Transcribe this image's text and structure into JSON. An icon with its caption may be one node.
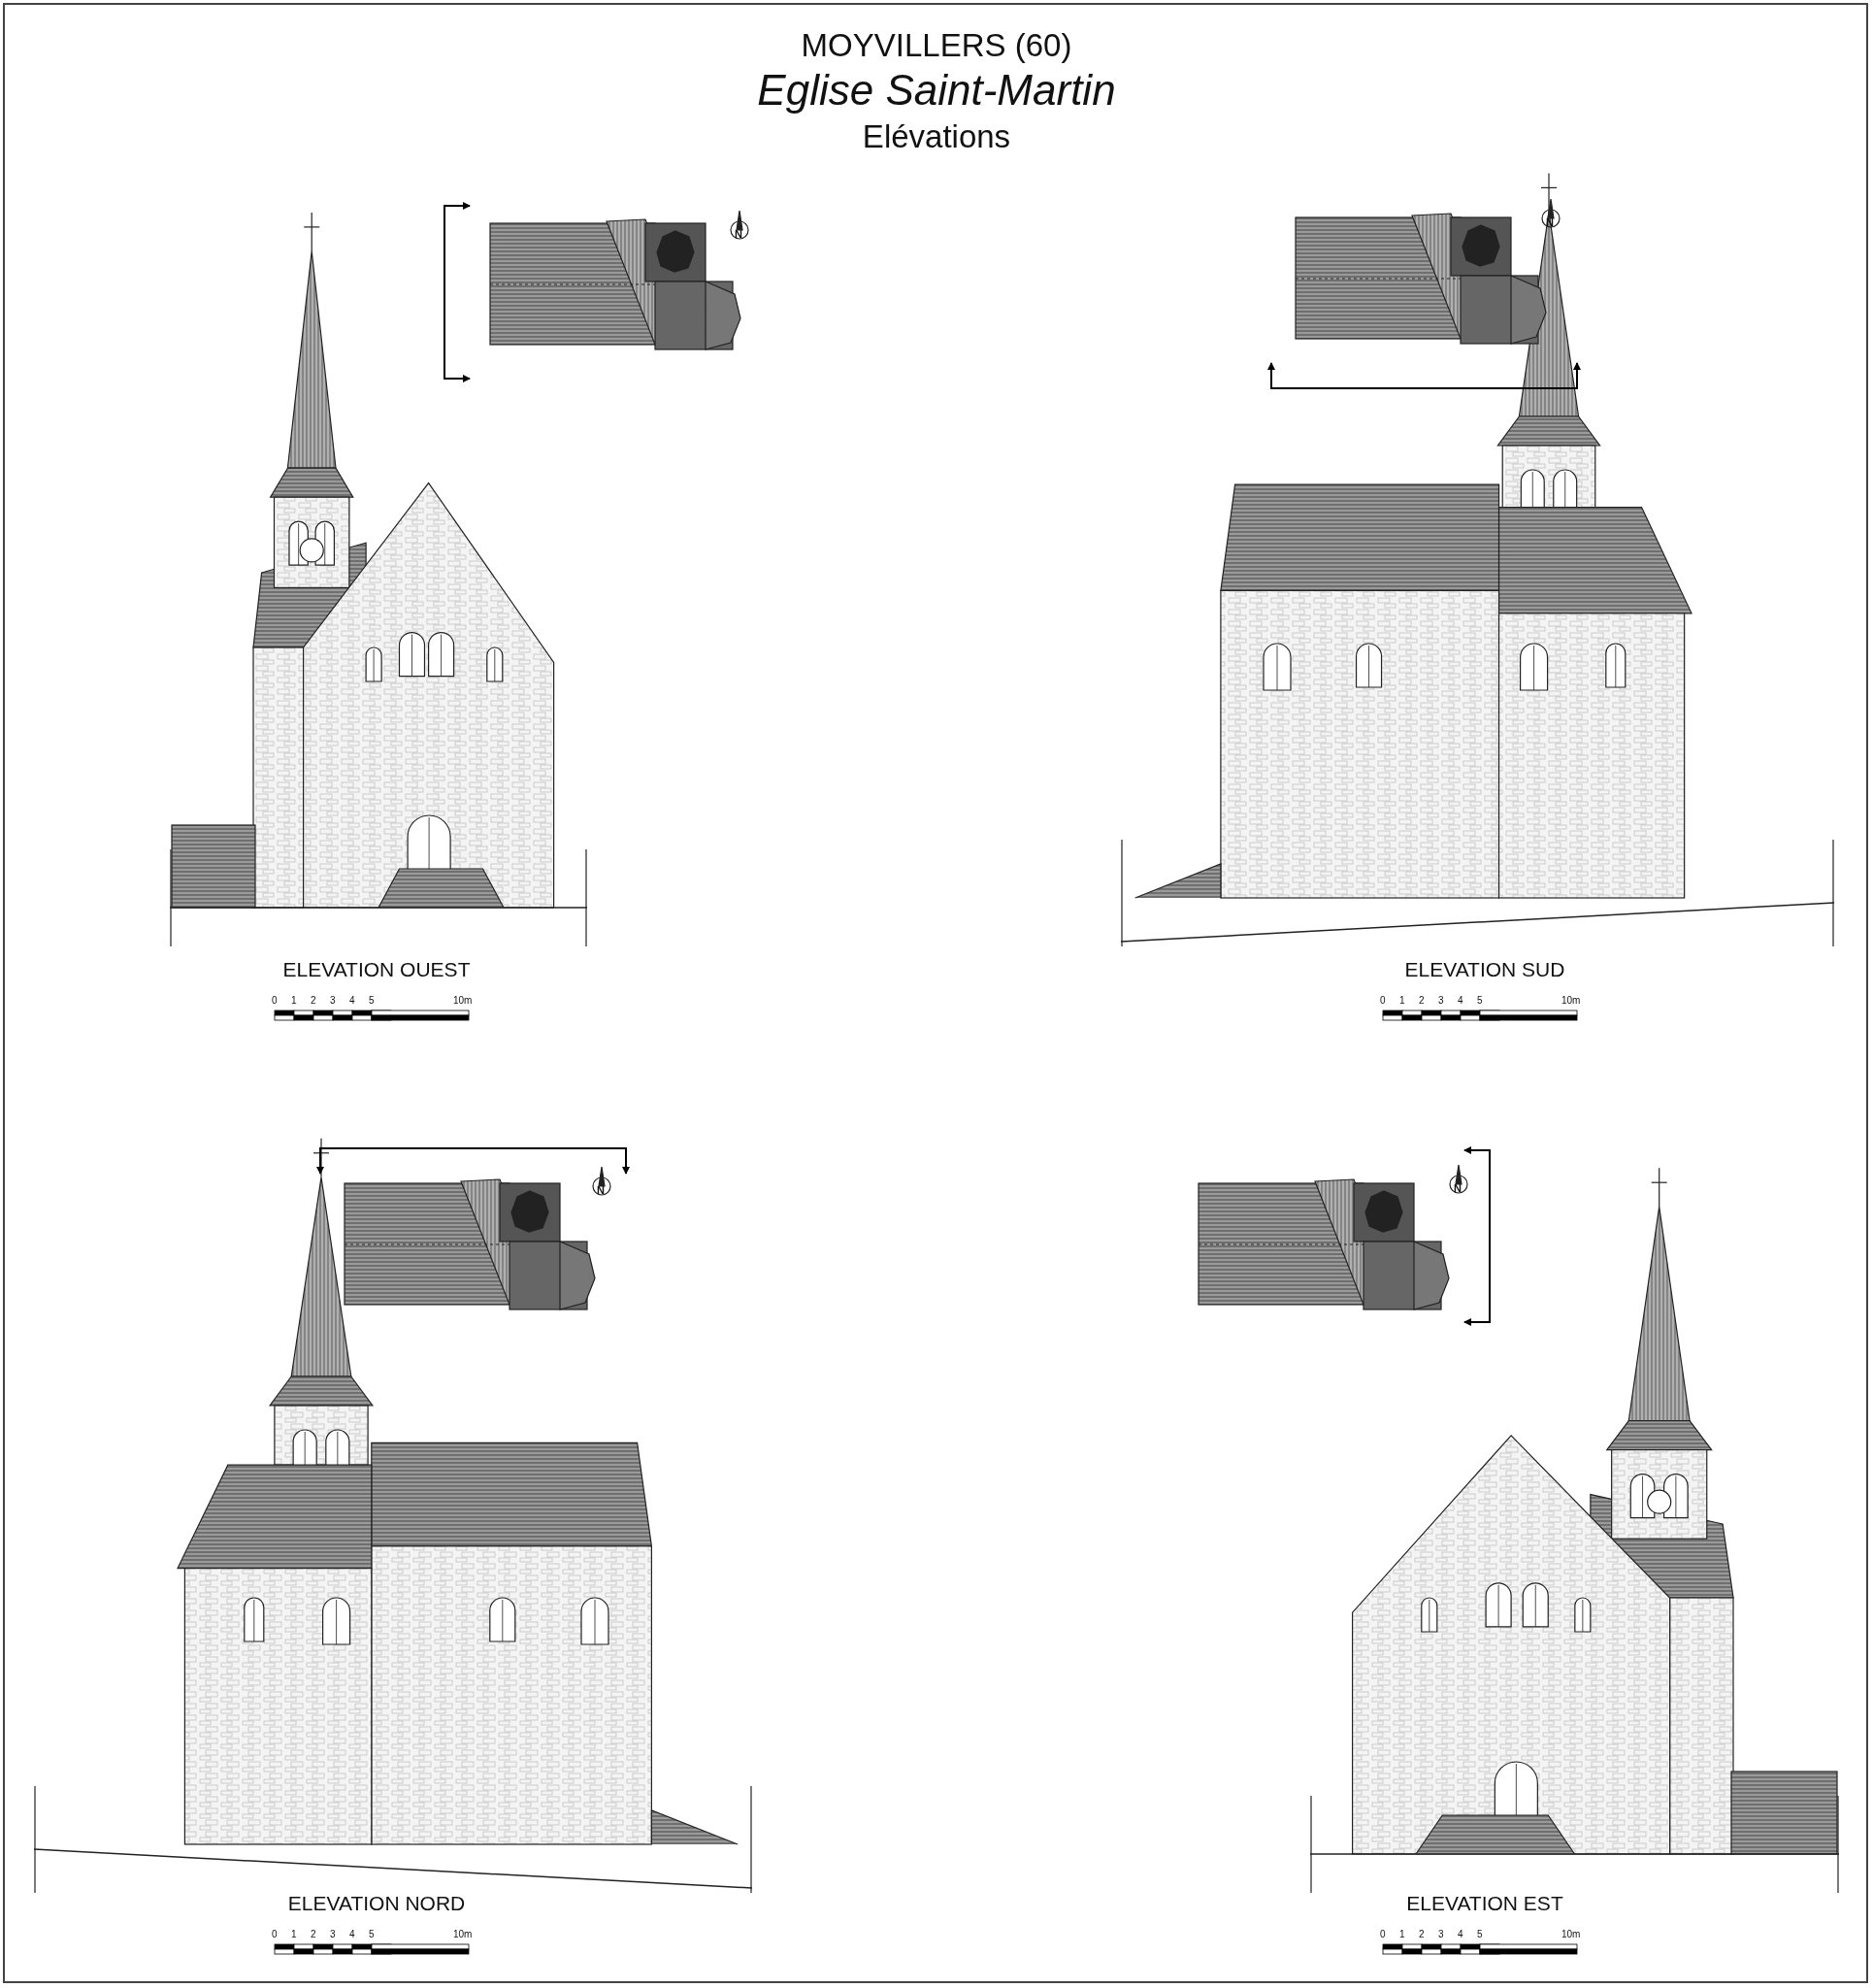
{
  "diagram": {
    "title": "MOYVILLERS (60)",
    "labels": [
      "Eglise Saint-Martin",
      "Elévations",
      "N",
      "ELEVATION OUEST",
      "0",
      "1",
      "2",
      "3",
      "4",
      "5",
      "10m",
      "N",
      "ELEVATION SUD",
      "0",
      "1",
      "2",
      "3",
      "4",
      "5",
      "10m",
      "N",
      "ELEVATION NORD",
      "0",
      "1",
      "2",
      "3",
      "4",
      "5",
      "10m",
      "N",
      "ELEVATION EST",
      "0",
      "1",
      "2",
      "3",
      "4",
      "5",
      "10m"
    ]
  }
}
